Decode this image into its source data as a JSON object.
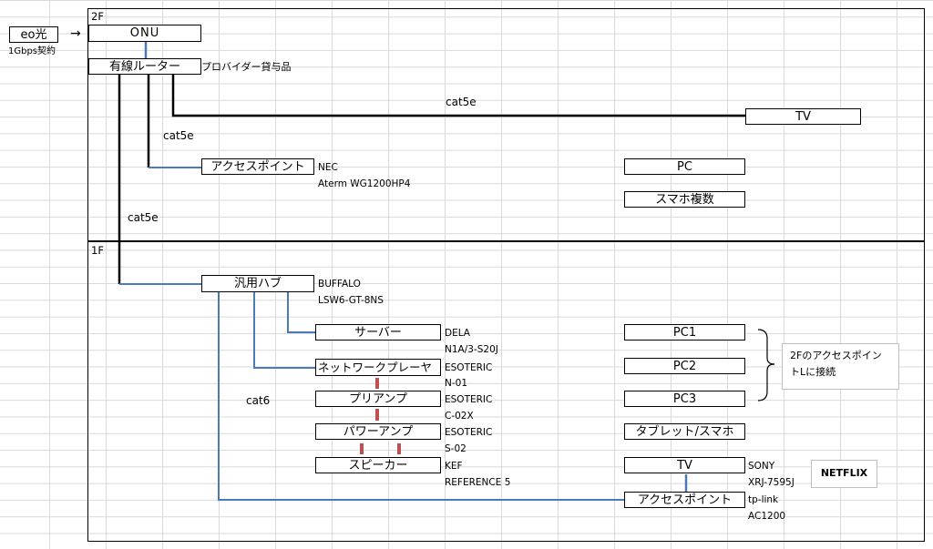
{
  "floors": {
    "upper": "2F",
    "lower": "1F"
  },
  "internet": {
    "service": "eo光",
    "arrow": "→",
    "contract": "1Gbps契約"
  },
  "equipment": {
    "onu": "ONU",
    "router": "有線ルーター",
    "router_note": "プロバイダー貸与品",
    "tv_2f": "TV",
    "ap_2f": "アクセスポイント",
    "ap_2f_maker": "NEC",
    "ap_2f_model": "Aterm WG1200HP4",
    "pc_2f": "PC",
    "phones_2f": "スマホ複数",
    "hub": "汎用ハブ",
    "hub_maker": "BUFFALO",
    "hub_model": "LSW6-GT-8NS",
    "server": "サーバー",
    "server_maker": "DELA",
    "server_model": "N1A/3-S20J",
    "player": "ネットワークプレーヤ",
    "player_maker": "ESOTERIC",
    "player_model": "N-01",
    "preamp": "プリアンプ",
    "preamp_maker": "ESOTERIC",
    "preamp_model": "C-02X",
    "poweramp": "パワーアンプ",
    "poweramp_maker": "ESOTERIC",
    "poweramp_model": "S-02",
    "speaker": "スピーカー",
    "speaker_maker": "KEF",
    "speaker_model": "REFERENCE 5",
    "pc1": "PC1",
    "pc2": "PC2",
    "pc3": "PC3",
    "tablet": "タブレット/スマホ",
    "tv_1f": "TV",
    "tv_1f_maker": "SONY",
    "tv_1f_model": "XRJ-7595J",
    "ap_1f": "アクセスポイント",
    "ap_1f_maker": "tp-link",
    "ap_1f_model": "AC1200"
  },
  "cables": {
    "router_tv": "cat5e",
    "router_ap": "cat5e",
    "router_hub": "cat5e",
    "hub_lan": "cat6"
  },
  "notes": {
    "pcs_connection": "2FのアクセスポイントLに接続",
    "netflix": "NETFLIX"
  },
  "colors": {
    "lan_link": "#4a7ab8",
    "audio_link": "#c0504d",
    "line": "#000000"
  }
}
